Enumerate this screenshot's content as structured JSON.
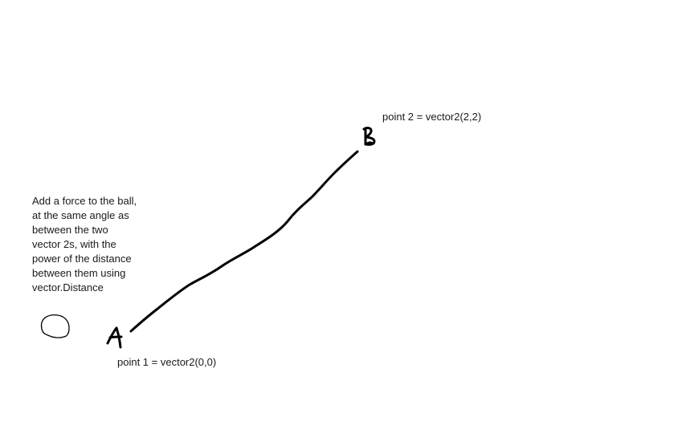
{
  "diagram": {
    "background": "#ffffff",
    "stroke_color": "#000000",
    "text_color": "#1a1a1a",
    "note": {
      "lines": [
        "Add a force to the ball,",
        "at the same angle as",
        "between the two",
        "vector 2s, with the",
        "power of the distance",
        "between them using",
        "vector.Distance"
      ]
    },
    "points": {
      "a": {
        "letter": "A",
        "label": "point 1 = vector2(0,0)"
      },
      "b": {
        "letter": "B",
        "label": "point 2 = vector2(2,2)"
      }
    },
    "ball": {
      "icon": "ball-circle-icon"
    },
    "connector": {
      "icon": "hand-drawn-line"
    }
  }
}
